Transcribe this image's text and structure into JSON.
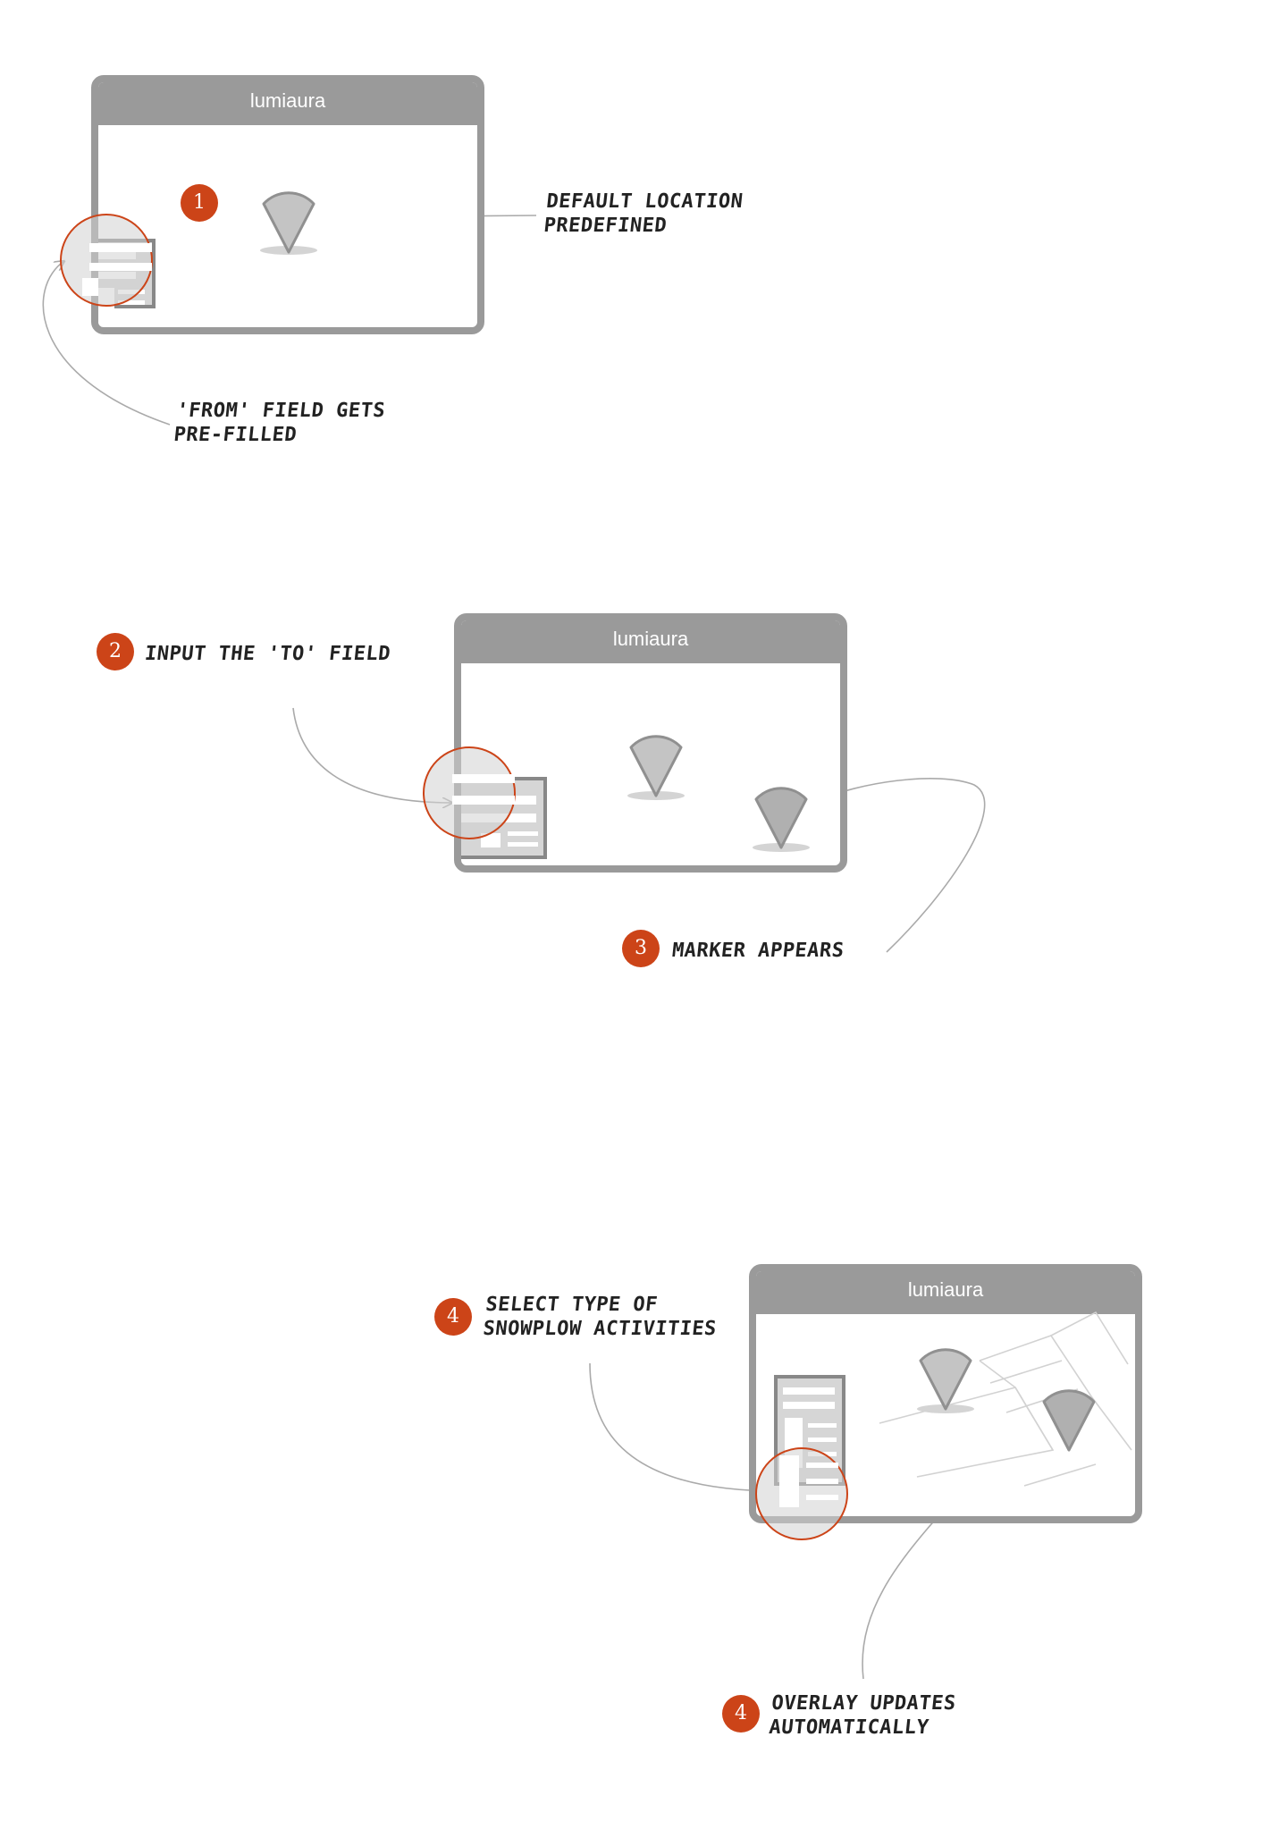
{
  "steps": [
    {
      "window_title": "lumiaura",
      "badge": "1",
      "annotations": [
        "Default location",
        "predefined"
      ],
      "callout": [
        "'From' field gets",
        "pre-filled"
      ]
    },
    {
      "window_title": "lumiaura",
      "badge_a": "2",
      "annotation_a": "Input the 'To' field",
      "badge_b": "3",
      "annotation_b": "Marker appears"
    },
    {
      "window_title": "lumiaura",
      "badge_a": "4",
      "annotation_a": [
        "Select type of",
        "snowplow activities"
      ],
      "badge_b": "4",
      "annotation_b": [
        "Overlay updates",
        "automatically"
      ]
    }
  ],
  "colors": {
    "accent": "#cc4418",
    "frame": "#9a9a9a",
    "marker": "#c4c4c4",
    "marker_dark": "#b0b0b0",
    "panel": "#d6d6d6",
    "connector": "#aaaaaa"
  }
}
